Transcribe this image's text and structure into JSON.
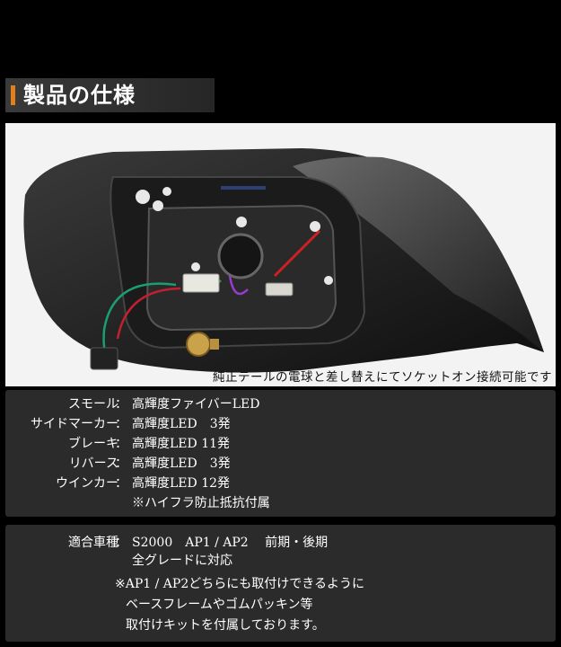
{
  "header": {
    "title": "製品の仕様",
    "accent_color": "#e0801c"
  },
  "photo": {
    "caption": "純正テールの電球と差し替えにてソケットオン接続可能です"
  },
  "specs": {
    "rows": [
      {
        "label": "スモール",
        "colon": "：",
        "value": "高輝度ファイバーLED"
      },
      {
        "label": "サイドマーカー",
        "colon": "：",
        "value": "高輝度LED　3発"
      },
      {
        "label": "ブレーキ",
        "colon": "：",
        "value": "高輝度LED 11発"
      },
      {
        "label": "リバース",
        "colon": "：",
        "value": "高輝度LED　3発"
      },
      {
        "label": "ウインカー",
        "colon": "：",
        "value": "高輝度LED 12発"
      }
    ],
    "note": "※ハイフラ防止抵抗付属"
  },
  "fitment": {
    "label": "適合車種",
    "colon": "：",
    "value": "S2000　AP1 / AP2　 前期・後期",
    "value2": "全グレードに対応",
    "notes": [
      "※AP1 / AP2どちらにも取付けできるように",
      "ベースフレームやゴムパッキン等",
      "取付けキットを付属しております。"
    ]
  }
}
